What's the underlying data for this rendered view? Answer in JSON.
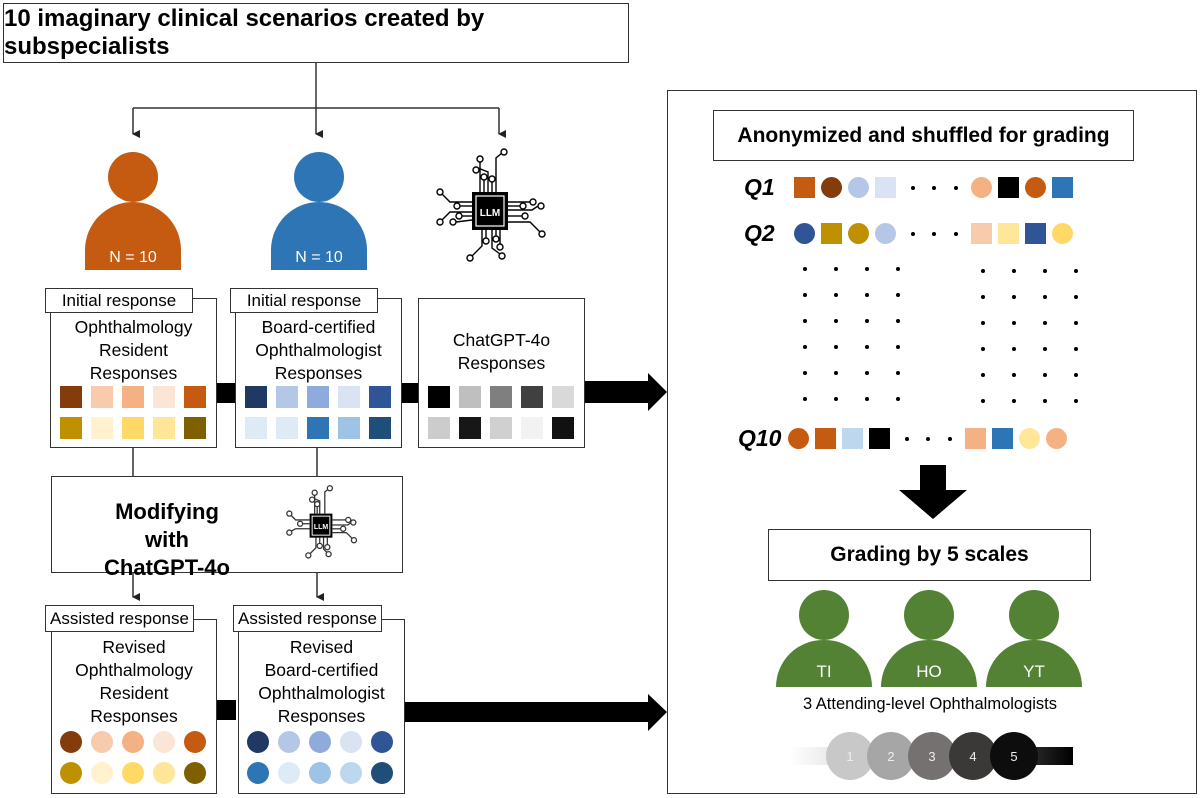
{
  "top": {
    "title": "10 imaginary clinical scenarios created by subspecialists"
  },
  "groups": {
    "resident": {
      "n_label": "N = 10",
      "color": "#c55a11"
    },
    "board": {
      "n_label": "N = 10",
      "color": "#2e75b6"
    },
    "llm": {
      "chip_label": "LLM"
    }
  },
  "initial": {
    "resident": {
      "tab": "Initial response",
      "lines": [
        "Ophthalmology",
        "Resident",
        "Responses"
      ],
      "colors": [
        "#843c0c",
        "#f8cbad",
        "#f4b183",
        "#fbe5d6",
        "#c55a11",
        "#bf9000",
        "#fff2cc",
        "#ffd966",
        "#ffe699",
        "#7f6000"
      ]
    },
    "board": {
      "tab": "Initial response",
      "lines": [
        "Board-certified",
        "Ophthalmologist",
        "Responses"
      ],
      "colors": [
        "#203864",
        "#b4c7e7",
        "#8faadc",
        "#dae3f3",
        "#2f5597",
        "#deebf7",
        "#deebf7",
        "#2e75b6",
        "#9dc3e6",
        "#1f4e79"
      ]
    },
    "chatgpt": {
      "lines": [
        "ChatGPT-4o",
        "Responses"
      ],
      "colors": [
        "#000000",
        "#bfbfbf",
        "#7f7f7f",
        "#404040",
        "#d9d9d9",
        "#cccccc",
        "#171717",
        "#d0d0d0",
        "#f2f2f2",
        "#111111"
      ]
    }
  },
  "modify": {
    "lines": [
      "Modifying with",
      "ChatGPT-4o"
    ],
    "chip_label": "LLM"
  },
  "assisted": {
    "resident": {
      "tab": "Assisted response",
      "lines": [
        "Revised",
        "Ophthalmology",
        "Resident",
        "Responses"
      ],
      "colors": [
        "#843c0c",
        "#f8cbad",
        "#f4b183",
        "#fbe5d6",
        "#c55a11",
        "#bf9000",
        "#fff2cc",
        "#ffd966",
        "#ffe699",
        "#7f6000"
      ]
    },
    "board": {
      "tab": "Assisted response",
      "lines": [
        "Revised",
        "Board-certified",
        "Ophthalmologist",
        "Responses"
      ],
      "colors": [
        "#203864",
        "#b4c7e7",
        "#8faadc",
        "#dae3f3",
        "#2f5597",
        "#2e75b6",
        "#deebf7",
        "#9dc3e6",
        "#bdd7ee",
        "#1f4e79"
      ]
    }
  },
  "grading_panel": {
    "title": "Anonymized and shuffled for grading",
    "rows": [
      {
        "label": "Q1",
        "left": [
          {
            "shape": "square",
            "color": "#c55a11"
          },
          {
            "shape": "circle",
            "color": "#843c0c"
          },
          {
            "shape": "circle",
            "color": "#b4c7e7"
          },
          {
            "shape": "square",
            "color": "#dae3f3"
          }
        ],
        "right": [
          {
            "shape": "circle",
            "color": "#f4b183"
          },
          {
            "shape": "square",
            "color": "#000000"
          },
          {
            "shape": "circle",
            "color": "#c55a11"
          },
          {
            "shape": "square",
            "color": "#2e75b6"
          }
        ]
      },
      {
        "label": "Q2",
        "left": [
          {
            "shape": "circle",
            "color": "#2f5597"
          },
          {
            "shape": "square",
            "color": "#bf9000"
          },
          {
            "shape": "circle",
            "color": "#bf9000"
          },
          {
            "shape": "circle",
            "color": "#b4c7e7"
          }
        ],
        "right": [
          {
            "shape": "square",
            "color": "#f8cbad"
          },
          {
            "shape": "square",
            "color": "#ffe699"
          },
          {
            "shape": "square",
            "color": "#2f5597"
          },
          {
            "shape": "circle",
            "color": "#ffd966"
          }
        ]
      },
      {
        "label": "Q10",
        "left": [
          {
            "shape": "circle",
            "color": "#c55a11"
          },
          {
            "shape": "square",
            "color": "#c55a11"
          },
          {
            "shape": "square",
            "color": "#bdd7ee"
          },
          {
            "shape": "square",
            "color": "#000000"
          }
        ],
        "right": [
          {
            "shape": "square",
            "color": "#f4b183"
          },
          {
            "shape": "square",
            "color": "#2e75b6"
          },
          {
            "shape": "circle",
            "color": "#ffe699"
          },
          {
            "shape": "circle",
            "color": "#f4b183"
          }
        ]
      }
    ],
    "grading_title": "Grading by 5 scales",
    "graders": [
      {
        "initials": "TI"
      },
      {
        "initials": "HO"
      },
      {
        "initials": "YT"
      }
    ],
    "grader_color": "#548235",
    "graders_caption": "3 Attending-level Ophthalmologists",
    "scale": [
      {
        "label": "1",
        "color": "#c8c8c8"
      },
      {
        "label": "2",
        "color": "#a6a6a6"
      },
      {
        "label": "3",
        "color": "#767171"
      },
      {
        "label": "4",
        "color": "#3b3838"
      },
      {
        "label": "5",
        "color": "#0d0d0d"
      }
    ]
  }
}
